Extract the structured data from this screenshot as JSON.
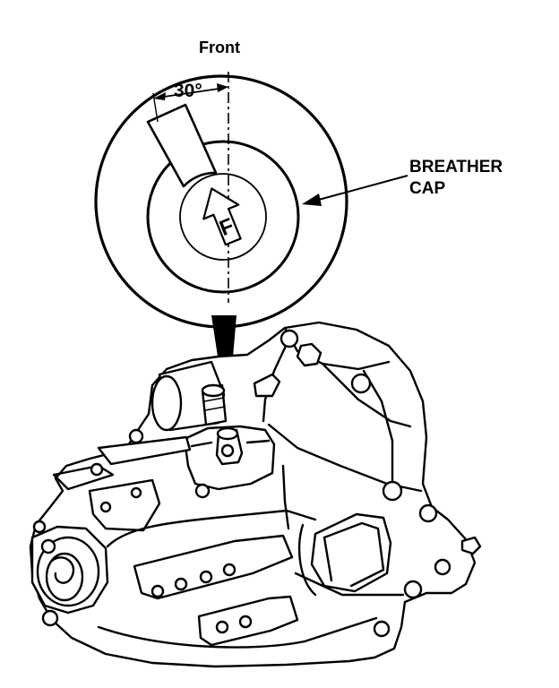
{
  "labels": {
    "front": "Front",
    "angle": "30°",
    "part_line1": "BREATHER",
    "part_line2": "CAP",
    "cap_mark": "F"
  },
  "colors": {
    "ink": "#000000",
    "paper": "#ffffff"
  }
}
